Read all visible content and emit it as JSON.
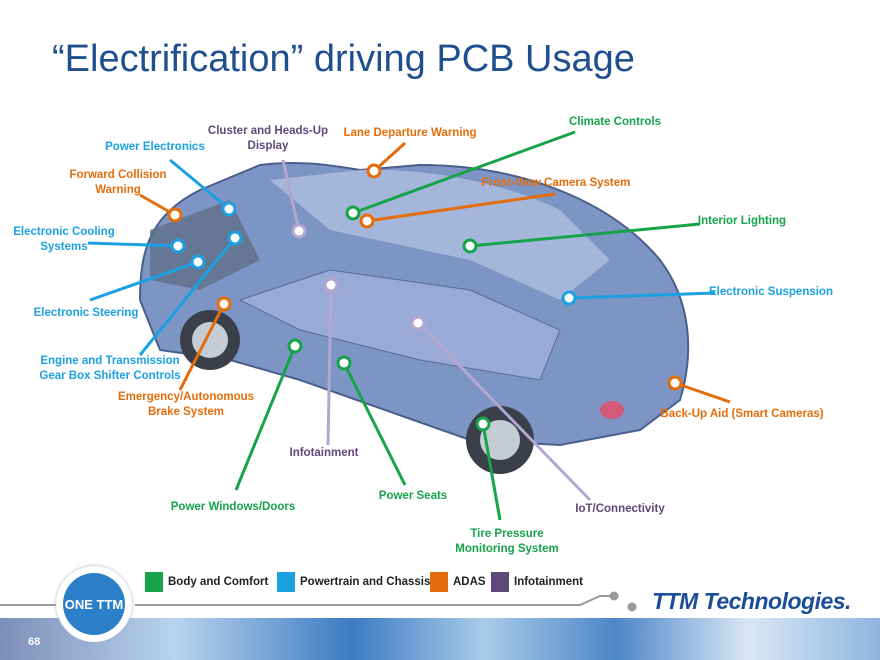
{
  "title": "“Electrification” driving PCB Usage",
  "colors": {
    "body_comfort": "#17a34a",
    "powertrain_chassis": "#1ba1e2",
    "adas": "#e46c0a",
    "infotainment": "#5f497a",
    "title": "#1f4f8f"
  },
  "callouts": {
    "power_electronics": "Power Electronics",
    "cluster_1": "Cluster and Heads-Up",
    "cluster_2": "Display",
    "lane_departure": "Lane Departure Warning",
    "climate": "Climate Controls",
    "fcw_1": "Forward Collision",
    "fcw_2": "Warning",
    "front_camera": "Front-View Camera System",
    "cooling_1": "Electronic Cooling",
    "cooling_2": "Systems",
    "interior_lighting": "Interior Lighting",
    "steering": "Electronic Steering",
    "suspension": "Electronic  Suspension",
    "engine_1": "Engine and Transmission",
    "engine_2": "Gear Box Shifter Controls",
    "brake_1": "Emergency/Autonomous",
    "brake_2": "Brake System",
    "backup": "Back-Up Aid (Smart Cameras)",
    "infotainment": "Infotainment",
    "power_seats": "Power Seats",
    "power_windows": "Power Windows/Doors",
    "iot": "IoT/Connectivity",
    "tpms_1": "Tire Pressure",
    "tpms_2": "Monitoring System"
  },
  "legend": [
    "Body and Comfort",
    "Powertrain  and Chassis",
    "ADAS",
    "Infotainment"
  ],
  "footer": {
    "page": "68",
    "logo_text": "ONE TTM",
    "brand": "TTM Technologies."
  }
}
